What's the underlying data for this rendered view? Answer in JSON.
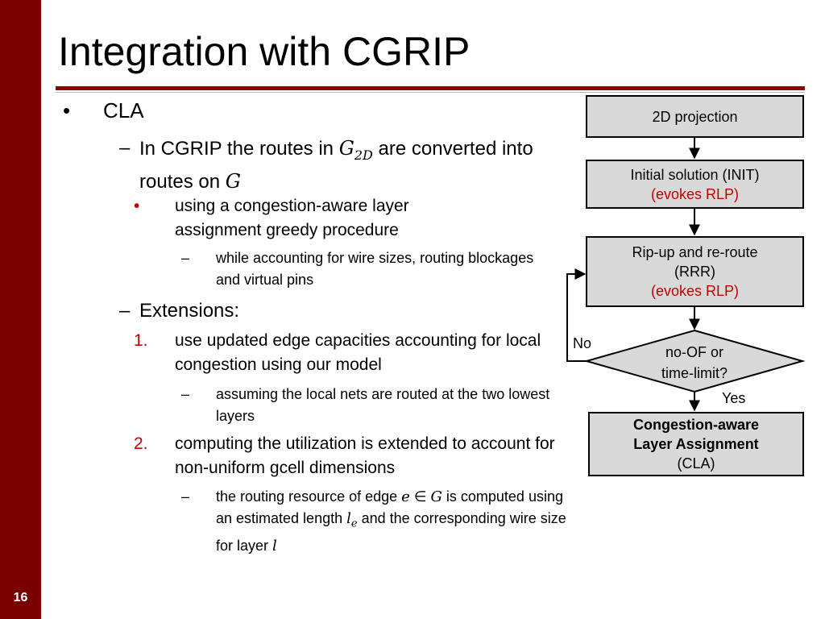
{
  "slide": {
    "title": "Integration with CGRIP",
    "page_number": "16"
  },
  "content": {
    "b1": {
      "marker": "•",
      "text": "CLA"
    },
    "d1": {
      "marker": "–",
      "pre": "In CGRIP the routes in ",
      "g2d_base": "G",
      "g2d_sub": "2D",
      "mid": " are converted into routes on ",
      "g": "G"
    },
    "s1": {
      "marker": "•",
      "text": "using a congestion-aware layer assignment greedy procedure"
    },
    "s1a": {
      "marker": "–",
      "text": "while accounting for wire sizes, routing blockages and virtual pins"
    },
    "d2": {
      "marker": "–",
      "text": "Extensions:"
    },
    "n1": {
      "marker": "1.",
      "text": "use updated edge capacities accounting for local congestion using our model"
    },
    "n1a": {
      "marker": "–",
      "text": "assuming the local nets are routed at the two lowest layers"
    },
    "n2": {
      "marker": "2.",
      "text": "computing the utilization is extended to account for non-uniform gcell dimensions"
    },
    "n2a": {
      "marker": "–",
      "pre": "the routing resource of edge ",
      "e": "e",
      "in": " ∈ ",
      "g": "G",
      "mid": " is computed using an estimated length ",
      "le_base": "l",
      "le_sub": "e",
      "post": " and the corresponding wire size for layer ",
      "l": "l"
    }
  },
  "flowchart": {
    "box1": "2D projection",
    "box2_line1": "Initial solution (INIT)",
    "box2_line2": "(evokes RLP)",
    "box3_line1": "Rip-up and re-route",
    "box3_line2": "(RRR)",
    "box3_line3": "(evokes RLP)",
    "decision_line1": "no-OF or",
    "decision_line2": "time-limit?",
    "no_label": "No",
    "yes_label": "Yes",
    "box4_line1": "Congestion-aware",
    "box4_line2": "Layer Assignment",
    "box4_line3": "(CLA)",
    "accent_color": "#c00000"
  },
  "colors": {
    "sidebar": "#7a0000",
    "rule": "#8b0000",
    "accent": "#c00000"
  }
}
